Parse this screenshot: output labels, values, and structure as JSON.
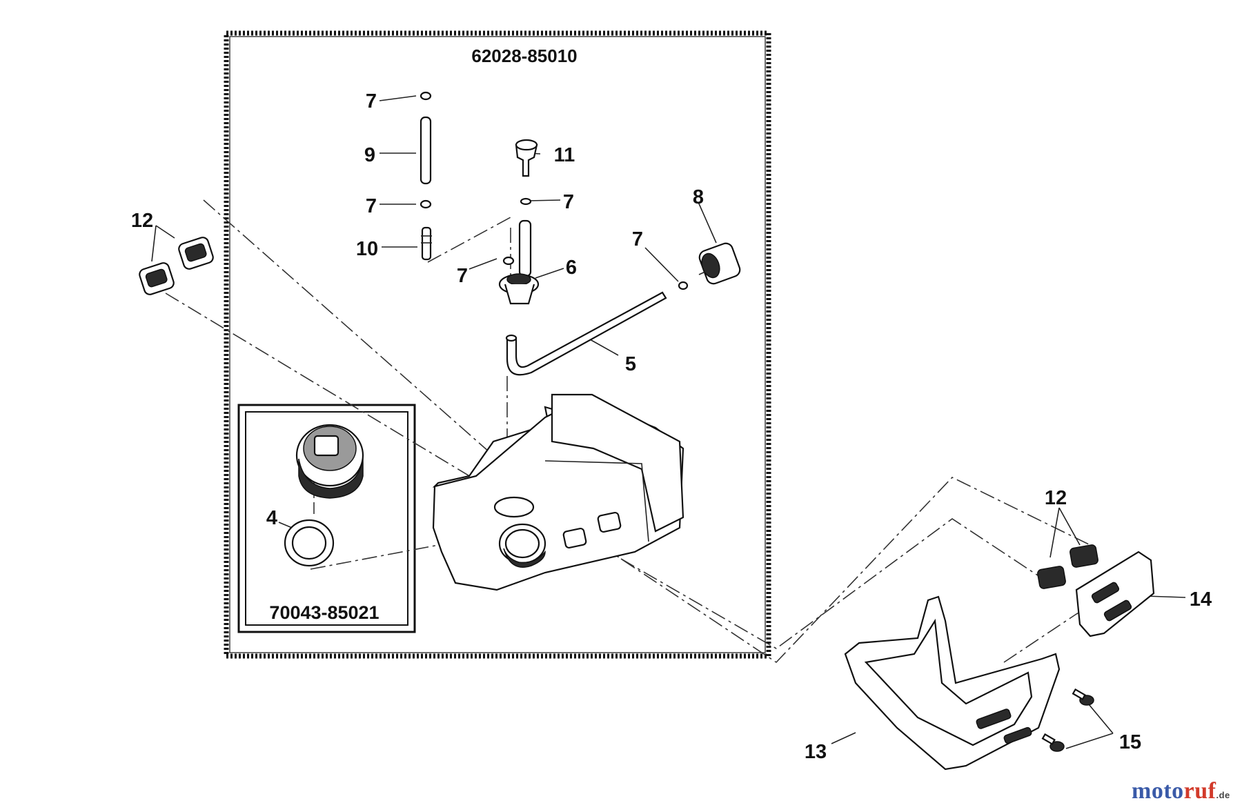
{
  "assembly_codes": {
    "fuel_tank_assembly": "62028-85010",
    "cap_assembly": "70043-85021"
  },
  "callouts": [
    {
      "id": "c7a",
      "text": "7"
    },
    {
      "id": "c9",
      "text": "9"
    },
    {
      "id": "c7b",
      "text": "7"
    },
    {
      "id": "c10",
      "text": "10"
    },
    {
      "id": "c11",
      "text": "11"
    },
    {
      "id": "c7c",
      "text": "7"
    },
    {
      "id": "c7d",
      "text": "7"
    },
    {
      "id": "c6",
      "text": "6"
    },
    {
      "id": "c8",
      "text": "8"
    },
    {
      "id": "c7e",
      "text": "7"
    },
    {
      "id": "c5",
      "text": "5"
    },
    {
      "id": "c12a",
      "text": "12"
    },
    {
      "id": "c4",
      "text": "4"
    },
    {
      "id": "c12b",
      "text": "12"
    },
    {
      "id": "c14",
      "text": "14"
    },
    {
      "id": "c13",
      "text": "13"
    },
    {
      "id": "c15",
      "text": "15"
    }
  ],
  "watermark": {
    "part1": "moto",
    "part2": "ruf",
    "part3": ".de"
  },
  "colors": {
    "brand_blue": "#3a5aa8",
    "brand_red": "#d23a2a",
    "line": "#222222"
  }
}
